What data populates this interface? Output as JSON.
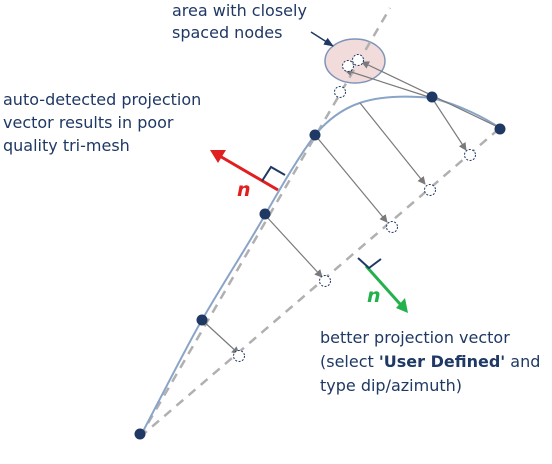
{
  "labels": {
    "closely_spaced": [
      "area with closely",
      "spaced nodes"
    ],
    "auto_detected": [
      "auto-detected projection",
      "vector results in poor",
      "quality tri-mesh"
    ],
    "better": {
      "line1": "better projection vector",
      "line2_prefix": "(select ",
      "line2_bold": "'User Defined'",
      "line2_suffix": " and",
      "line3": "type dip/azimuth)"
    },
    "n_symbol": "n"
  },
  "colors": {
    "label_text": "#1f3864",
    "bad_vector": "#e02020",
    "good_vector": "#22b14c",
    "node_fill": "#1f3864",
    "curve": "#8aa4c8",
    "dashed_line": "#b0b0b0",
    "projection_arrow": "#7a7a7a",
    "ellipse_fill": "#f2dcdb",
    "ellipse_stroke": "#7f94b8"
  }
}
